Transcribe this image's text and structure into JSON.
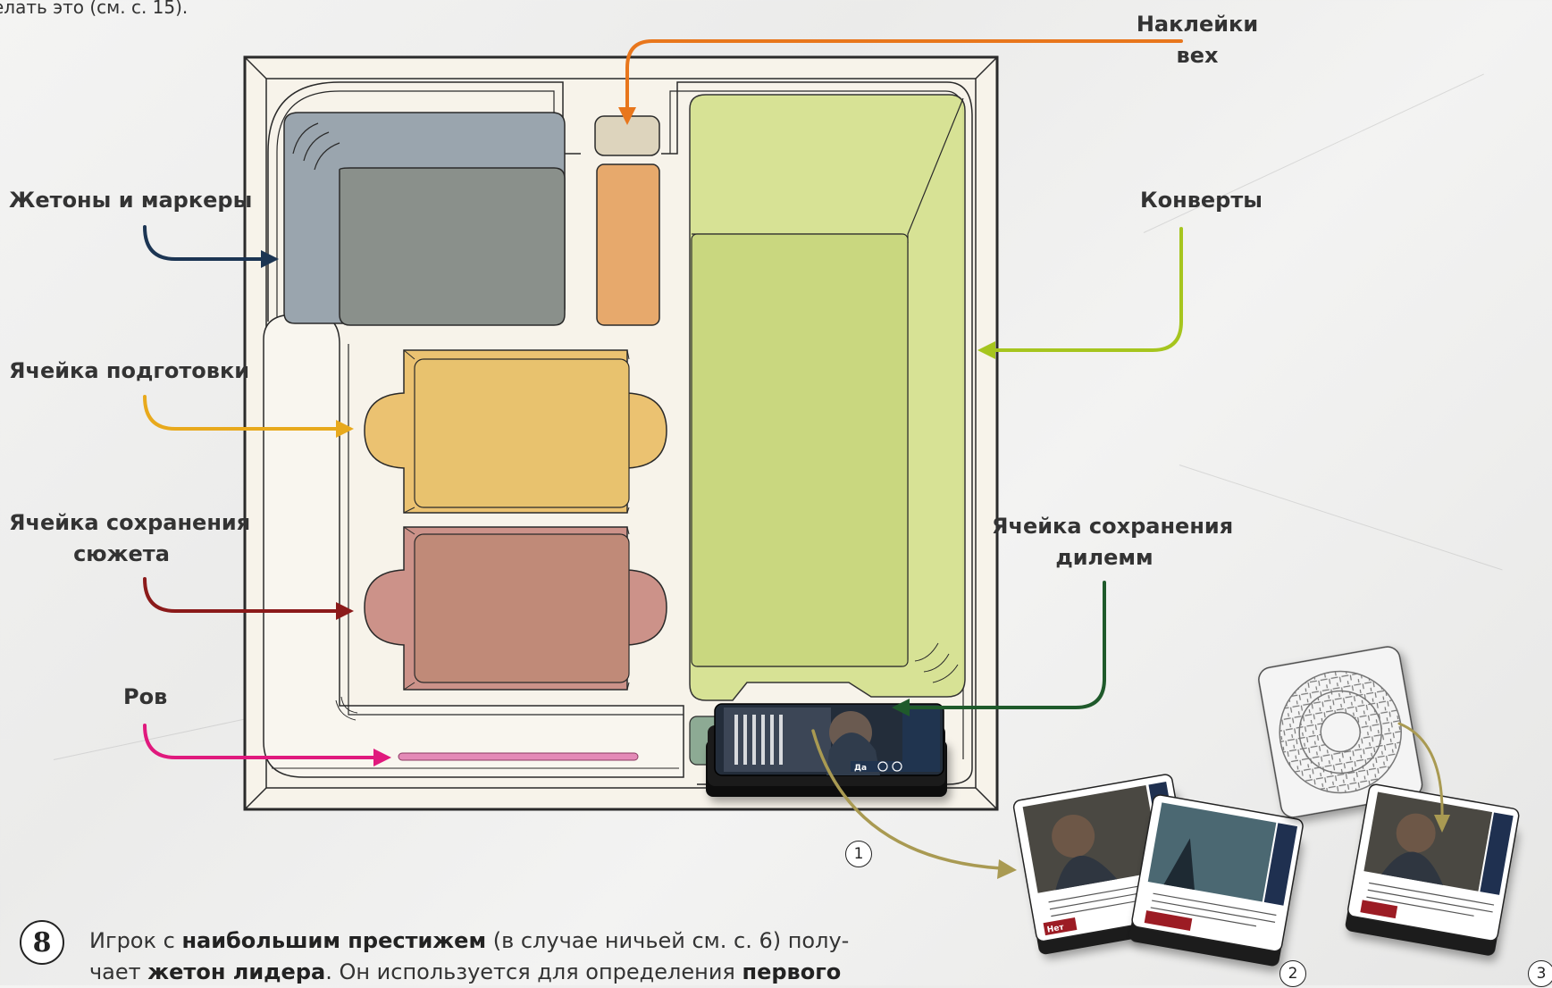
{
  "top_text": "елать это (см. с. 15).",
  "labels": {
    "stickers": [
      "Наклейки",
      "вех"
    ],
    "tokens": "Жетоны и маркеры",
    "envelopes": "Конверты",
    "prep_cell": "Ячейка подготовки",
    "story_save": [
      "Ячейка сохранения",
      "сюжета"
    ],
    "dilemma_save": [
      "Ячейка сохранения",
      "дилемм"
    ],
    "moat": "Ров"
  },
  "markers": {
    "one": "1",
    "two": "2",
    "three": "3"
  },
  "card_text": {
    "yes": "Да",
    "no": "Нет"
  },
  "step": {
    "number": "8",
    "p1": "Игрок с ",
    "b1": "наибольшим престижем",
    "p2": " (в случае ничьей см. с. 6) полу-",
    "p3": "чает ",
    "b2": "жетон лидера",
    "p4": ". Он используется для определения ",
    "b3": "первого"
  },
  "colors": {
    "tokens_arrow": "#1c3553",
    "prep_arrow": "#e8a91c",
    "story_arrow": "#8b1a1a",
    "moat_arrow": "#e0197d",
    "envelopes_arrow": "#a6c51e",
    "dilemma_arrow": "#1f5a2b",
    "stickers_arrow": "#e8761c",
    "card_arrow": "#a99a52"
  }
}
